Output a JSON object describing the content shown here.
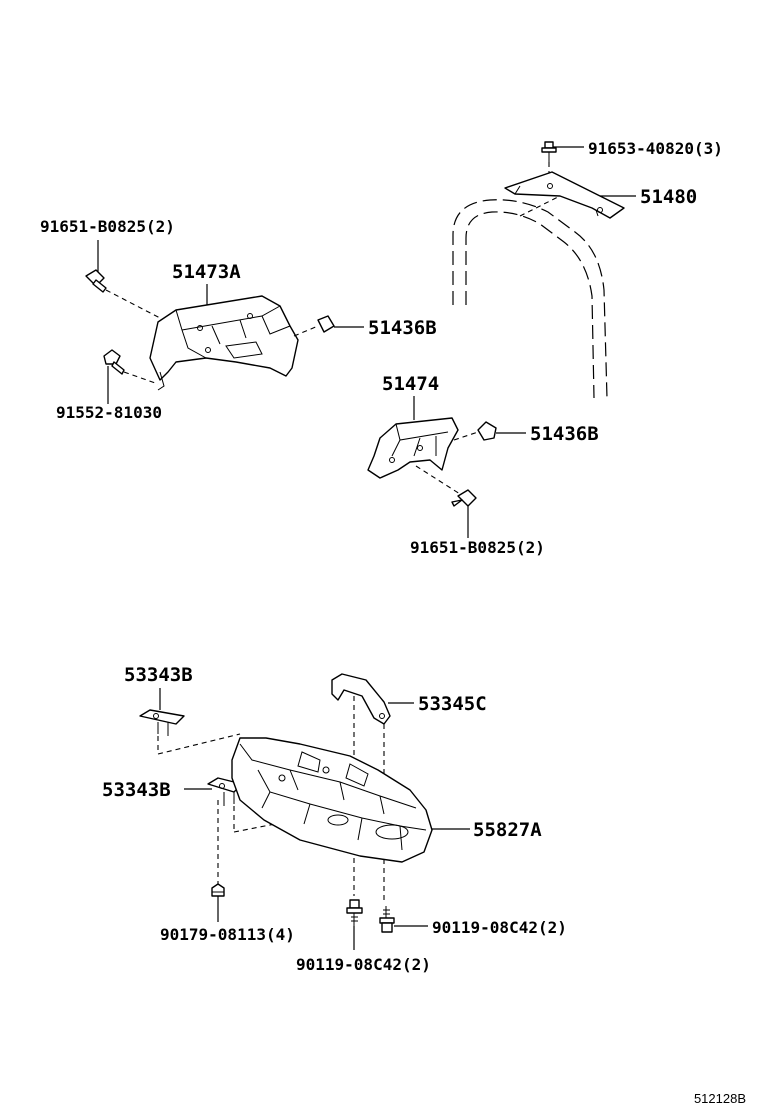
{
  "diagram": {
    "reference_code": "512128B",
    "parts": {
      "p91653_40820": "91653-40820(3)",
      "p51480": "51480",
      "p91651_B0825_top": "91651-B0825(2)",
      "p51473A": "51473A",
      "p51436B_upper": "51436B",
      "p91552_81030": "91552-81030",
      "p51474": "51474",
      "p51436B_lower": "51436B",
      "p91651_B0825_bottom": "91651-B0825(2)",
      "p53343B_upper": "53343B",
      "p53345C": "53345C",
      "p53343B_lower": "53343B",
      "p55827A": "55827A",
      "p90179_08113": "90179-08113(4)",
      "p90119_08C42_right": "90119-08C42(2)",
      "p90119_08C42_bottom": "90119-08C42(2)"
    }
  }
}
